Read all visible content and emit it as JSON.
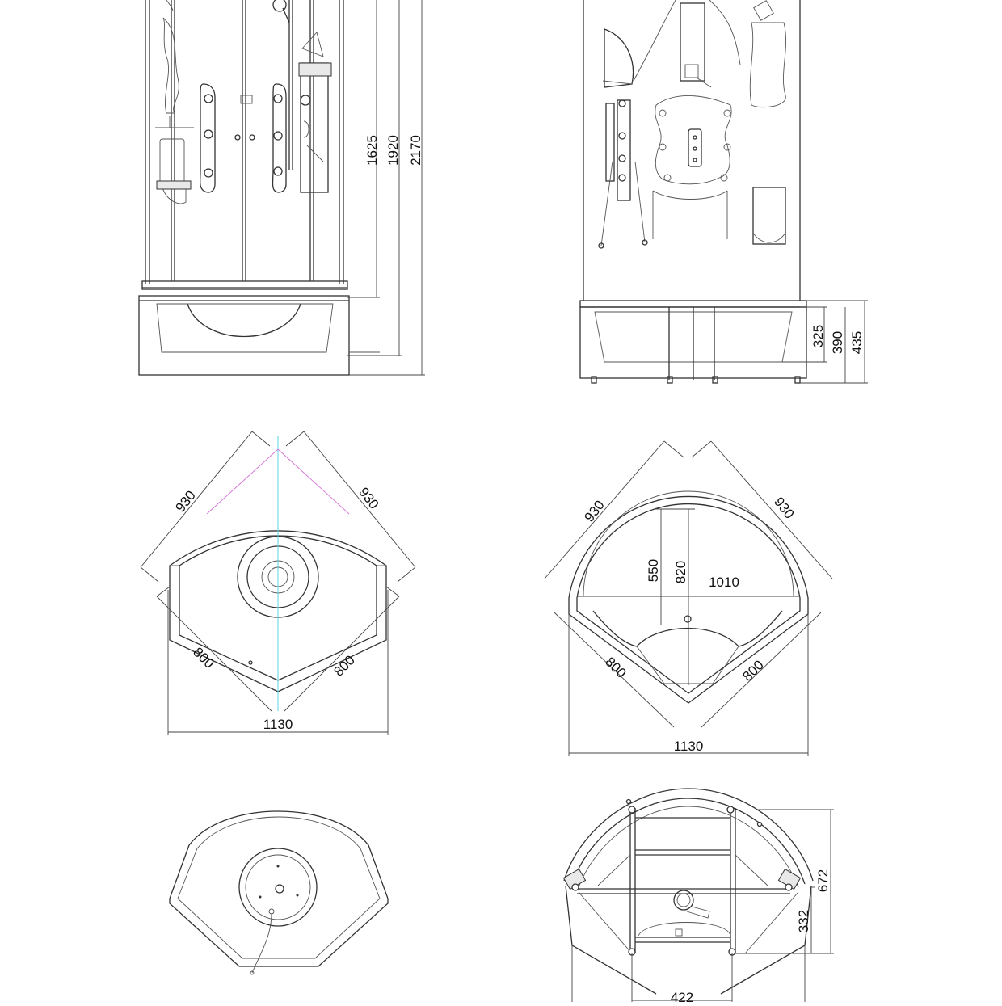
{
  "drawing": {
    "front_elevation": {
      "heights": [
        "1625",
        "1920",
        "2170"
      ]
    },
    "side_elevation": {
      "tray_heights": [
        "325",
        "390",
        "435"
      ]
    },
    "plan_cabin": {
      "side_upper_left": "930",
      "side_upper_right": "930",
      "side_lower_left": "800",
      "side_lower_right": "800",
      "overall_width": "1130"
    },
    "plan_tray": {
      "side_upper_left": "930",
      "side_upper_right": "930",
      "depth_a": "550",
      "depth_b": "820",
      "inner_width": "1010",
      "side_lower_left": "800",
      "side_lower_right": "800",
      "overall_width": "1130"
    },
    "base_frame": {
      "height_a": "672",
      "height_b": "332",
      "width": "422"
    }
  },
  "colors": {
    "line": "#333333",
    "guide_cyan": "#5ad6e6",
    "guide_magenta": "#d87ad8"
  }
}
